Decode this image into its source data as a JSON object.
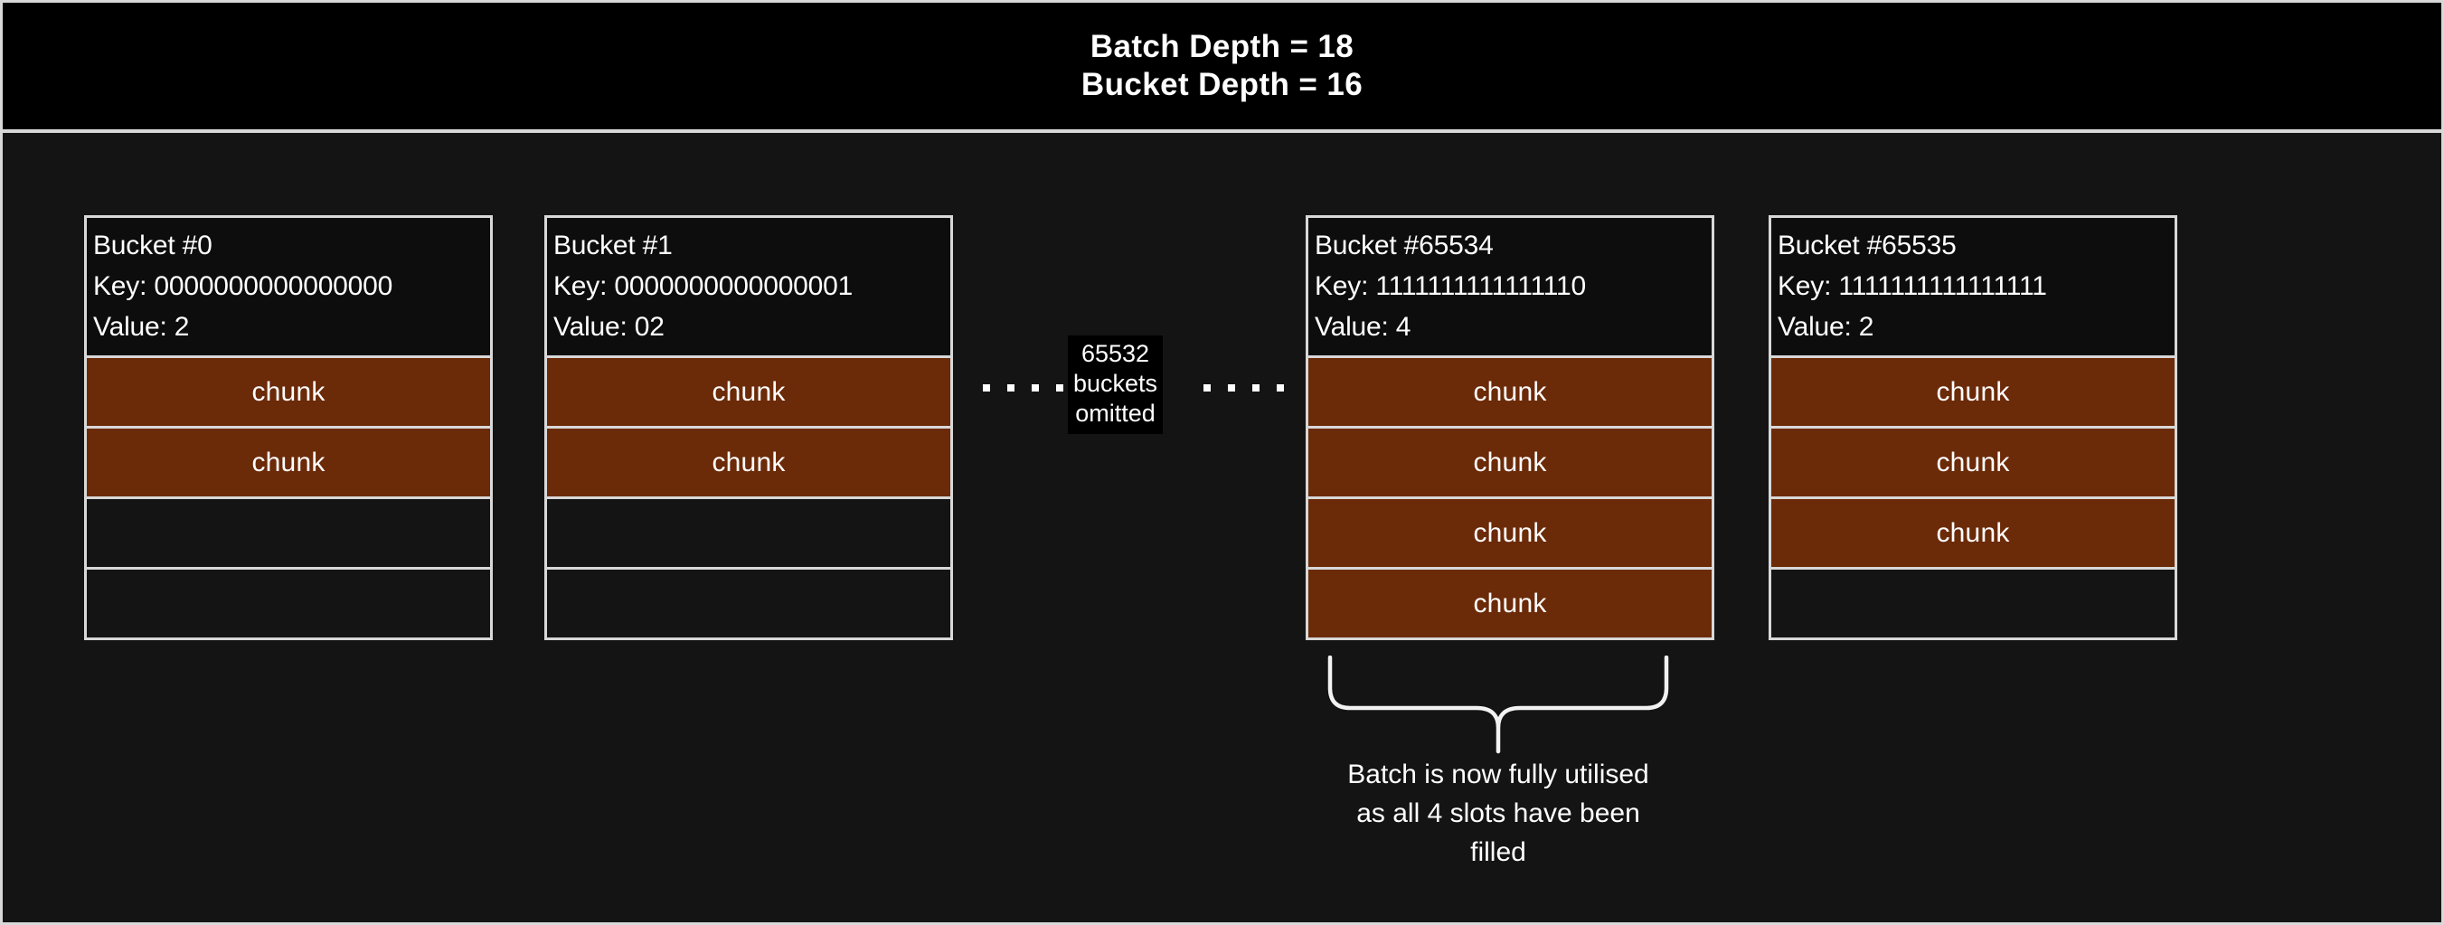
{
  "header": {
    "line1": "Batch Depth = 18",
    "line2": "Bucket Depth = 16"
  },
  "colors": {
    "background": "#141414",
    "header_background": "#000000",
    "border": "#d8d8d8",
    "chunk_fill": "#6b2a08",
    "text": "#ffffff"
  },
  "buckets": [
    {
      "title": "Bucket #0",
      "key": "Key: 0000000000000000",
      "value": "Value: 2",
      "slots": [
        {
          "label": "chunk",
          "filled": true
        },
        {
          "label": "chunk",
          "filled": true
        },
        {
          "label": "",
          "filled": false
        },
        {
          "label": "",
          "filled": false
        }
      ]
    },
    {
      "title": "Bucket #1",
      "key": "Key: 0000000000000001",
      "value": "Value: 02",
      "slots": [
        {
          "label": "chunk",
          "filled": true
        },
        {
          "label": "chunk",
          "filled": true
        },
        {
          "label": "",
          "filled": false
        },
        {
          "label": "",
          "filled": false
        }
      ]
    },
    {
      "title": "Bucket #65534",
      "key": "Key: 1111111111111110",
      "value": "Value: 4",
      "slots": [
        {
          "label": "chunk",
          "filled": true
        },
        {
          "label": "chunk",
          "filled": true
        },
        {
          "label": "chunk",
          "filled": true
        },
        {
          "label": "chunk",
          "filled": true
        }
      ]
    },
    {
      "title": "Bucket #65535",
      "key": "Key: 1111111111111111",
      "value": "Value: 2",
      "slots": [
        {
          "label": "chunk",
          "filled": true
        },
        {
          "label": "chunk",
          "filled": true
        },
        {
          "label": "chunk",
          "filled": true
        },
        {
          "label": "",
          "filled": false
        }
      ]
    }
  ],
  "omitted": {
    "count_line": "65532",
    "unit_line": "buckets",
    "state_line": "omitted",
    "dots_each_side": 4
  },
  "annotation": {
    "line1": "Batch is now fully utilised",
    "line2": "as all 4 slots have been",
    "line3": "filled"
  }
}
